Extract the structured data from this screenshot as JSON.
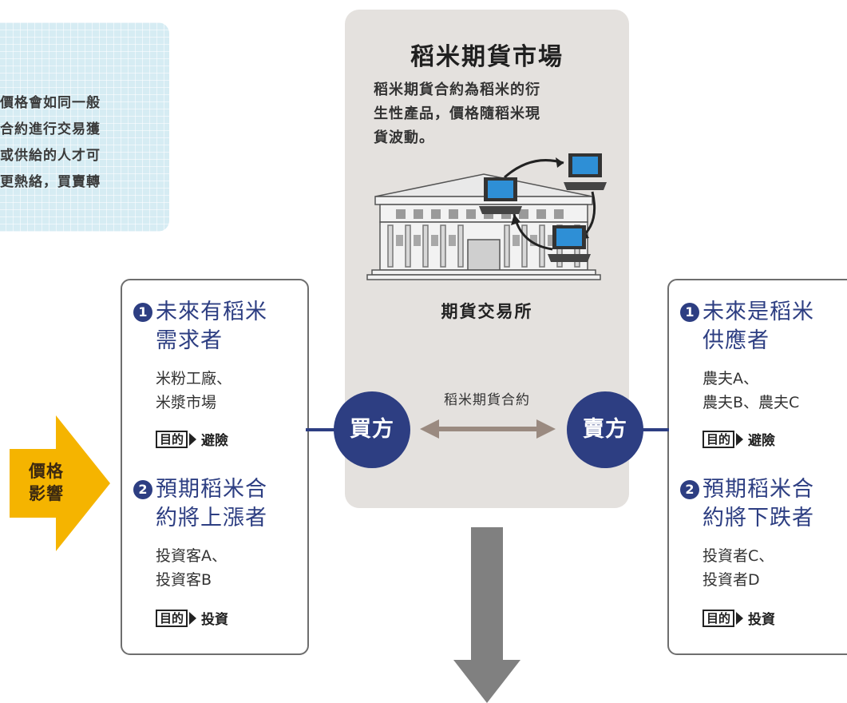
{
  "note": {
    "lines": [
      "價格會如同一般",
      "合約進行交易獲",
      "或供給的人才可",
      "更熱絡，買賣轉"
    ]
  },
  "market": {
    "title": "稻米期貨市場",
    "description_lines": [
      "稻米期貨合約為稻米的衍",
      "生性產品，價格隨稻米現",
      "貨波動。"
    ],
    "exchange_label": "期貨交易所",
    "contract_label": "稻米期貨合約"
  },
  "price_influence": {
    "lines": [
      "價格",
      "影響"
    ],
    "color": "#f5b400"
  },
  "buyer": {
    "role_label": "買方",
    "groups": [
      {
        "number": "1",
        "heading_lines": [
          "未來有稻米",
          "需求者"
        ],
        "items": [
          "米粉工廠、",
          "米漿市場"
        ],
        "purpose_tag": "目的",
        "purpose": "避險"
      },
      {
        "number": "2",
        "heading_lines": [
          "預期稻米合",
          "約將上漲者"
        ],
        "items": [
          "投資客A、",
          "投資客B"
        ],
        "purpose_tag": "目的",
        "purpose": "投資"
      }
    ]
  },
  "seller": {
    "role_label": "賣方",
    "groups": [
      {
        "number": "1",
        "heading_lines": [
          "未來是稻米",
          "供應者"
        ],
        "items": [
          "農夫A、",
          "農夫B、農夫C"
        ],
        "purpose_tag": "目的",
        "purpose": "避險"
      },
      {
        "number": "2",
        "heading_lines": [
          "預期稻米合",
          "約將下跌者"
        ],
        "items": [
          "投資者C、",
          "投資者D"
        ],
        "purpose_tag": "目的",
        "purpose": "投資"
      }
    ]
  },
  "colors": {
    "navy": "#2d3e82",
    "panel_gray": "#e4e1de",
    "note_blue": "#d6ecf3",
    "down_arrow": "#808080",
    "contract_arrow": "#9a8a80"
  }
}
